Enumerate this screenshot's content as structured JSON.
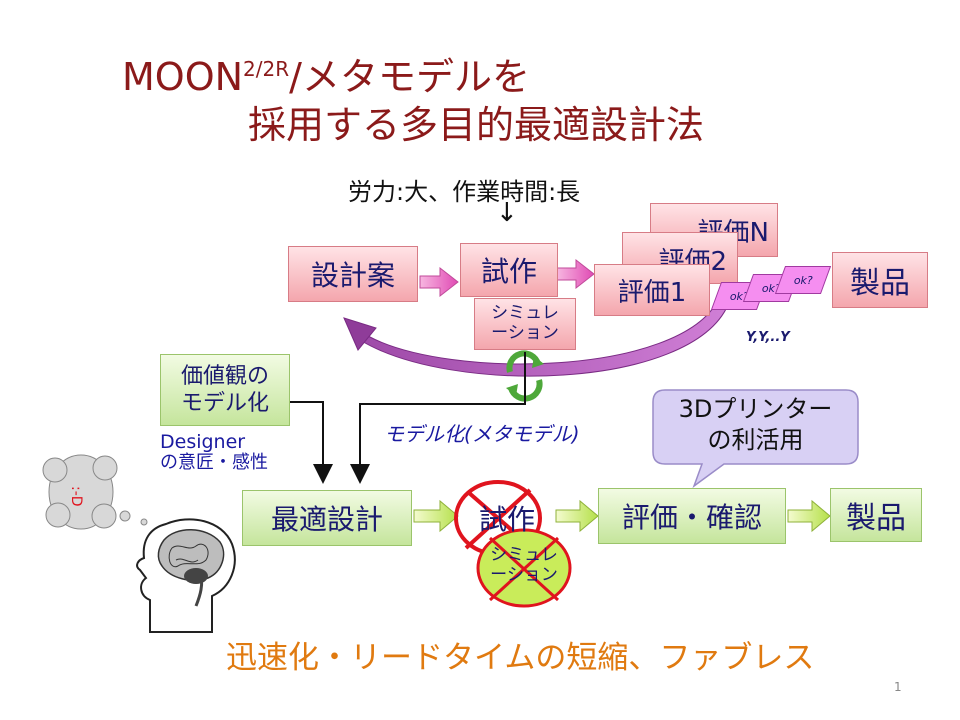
{
  "title": {
    "line1_main": "MOON",
    "line1_sup": "2/2R",
    "line1_rest": "/メタモデルを",
    "line2": "採用する多目的最適設計法"
  },
  "top": {
    "labor_note": "労力:大、作業時間:長",
    "down_arrow": "↓",
    "design_plan": "設計案",
    "prototype": "試作",
    "simulation": "シミュレーション",
    "simulation_line1": "シミュレ",
    "simulation_line2": "ーション",
    "eval_n": "評価N",
    "eval_2": "評価2",
    "eval_1": "評価1",
    "ok_labels": [
      "ok?",
      "ok?",
      "ok?"
    ],
    "yy_label": "Y,Y,..Y",
    "product": "製品"
  },
  "bottom": {
    "value_model": "価値観のモデル化",
    "value_model_line1": "価値観の",
    "value_model_line2": "モデル化",
    "designer": "Designer",
    "designer_sense": "の意匠・感性",
    "meta_model": "モデル化(メタモデル)",
    "printer_callout_line1": "3Dプリンター",
    "printer_callout_line2": "の利活用",
    "optimal_design": "最適設計",
    "prototype": "試作",
    "simulation_line1": "シミュレ",
    "simulation_line2": "ーション",
    "eval_confirm": "評価・確認",
    "product": "製品"
  },
  "footer": {
    "summary": "迅速化・リードタイムの短縮、ファブレス",
    "page_number": "1"
  },
  "colors": {
    "title": "#8b1a1a",
    "text_navy": "#1a1a6e",
    "footer_orange": "#e07a10",
    "pink_box": "#f4a6ad",
    "green_box": "#c5e59c",
    "callout_purple": "#cfc6ef",
    "cross_red": "#e0141e"
  }
}
